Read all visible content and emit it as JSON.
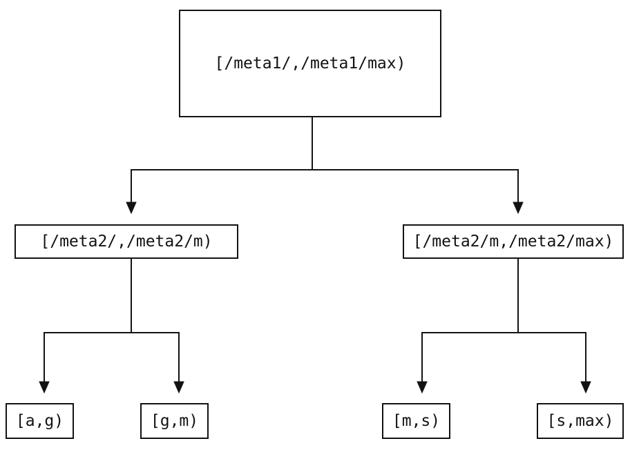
{
  "diagram": {
    "type": "tree",
    "root": {
      "label": "[/meta1/,/meta1/max)"
    },
    "children": [
      {
        "label": "[/meta2/,/meta2/m)"
      },
      {
        "label": "[/meta2/m,/meta2/max)"
      }
    ],
    "leaves": [
      {
        "label": "[a,g)"
      },
      {
        "label": "[g,m)"
      },
      {
        "label": "[m,s)"
      },
      {
        "label": "[s,max)"
      }
    ],
    "edges": [
      {
        "from": "root",
        "to": "child-left"
      },
      {
        "from": "root",
        "to": "child-right"
      },
      {
        "from": "child-left",
        "to": "leaf-0"
      },
      {
        "from": "child-left",
        "to": "leaf-1"
      },
      {
        "from": "child-right",
        "to": "leaf-2"
      },
      {
        "from": "child-right",
        "to": "leaf-3"
      }
    ],
    "colors": {
      "line": "#121212",
      "box_border": "#121212",
      "text": "#121212",
      "background": "#ffffff"
    }
  }
}
